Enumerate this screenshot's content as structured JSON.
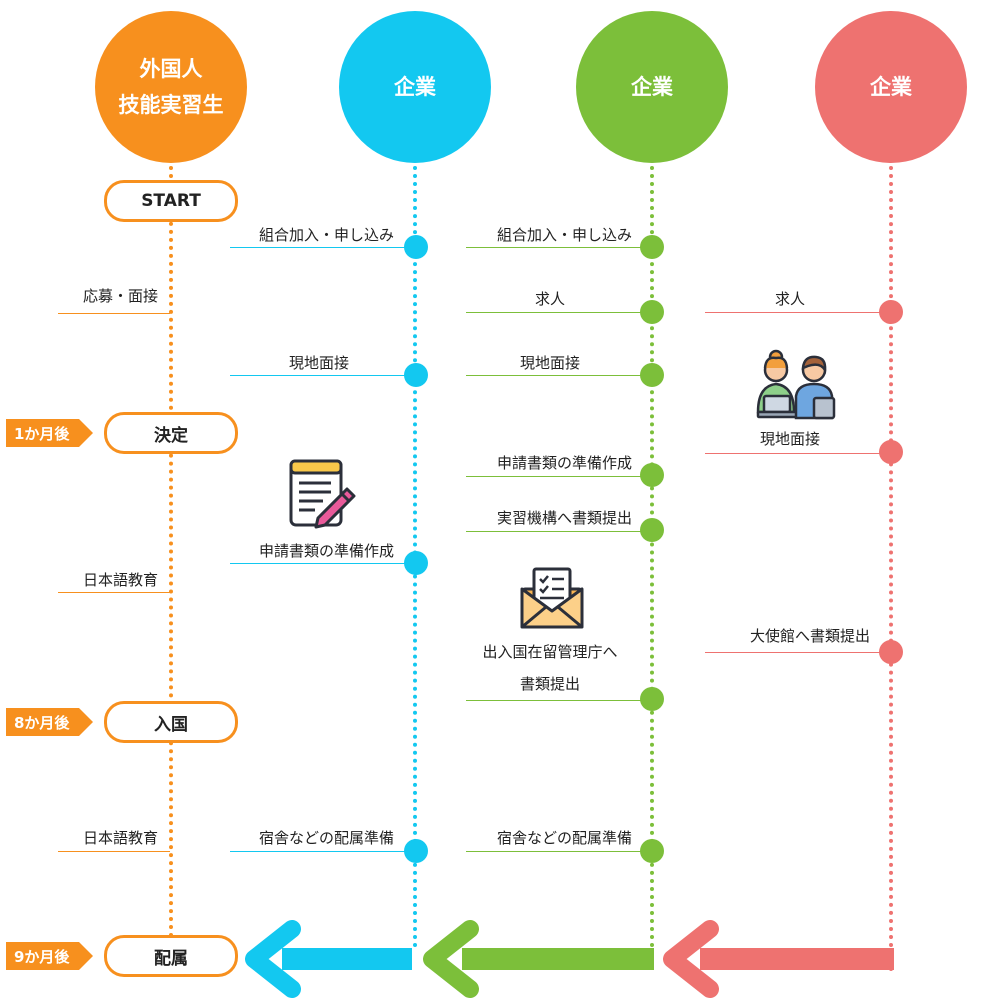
{
  "colors": {
    "orange": "#f7901e",
    "blue": "#13c8f0",
    "green": "#7cbf3a",
    "red": "#ee7270"
  },
  "columns": [
    {
      "id": "trainee",
      "label": "外国人\n技能実習生",
      "color": "#f7901e"
    },
    {
      "id": "company_blue",
      "label": "企業",
      "color": "#13c8f0"
    },
    {
      "id": "company_green",
      "label": "企業",
      "color": "#7cbf3a"
    },
    {
      "id": "company_red",
      "label": "企業",
      "color": "#ee7270"
    }
  ],
  "milestones": [
    {
      "label": "START",
      "tag": ""
    },
    {
      "label": "決定",
      "tag": "1か月後"
    },
    {
      "label": "入国",
      "tag": "8か月後"
    },
    {
      "label": "配属",
      "tag": "9か月後"
    }
  ],
  "trainee_steps": [
    "応募・面接",
    "日本語教育",
    "日本語教育"
  ],
  "blue_steps": [
    "組合加入・申し込み",
    "現地面接",
    "申請書類の準備作成",
    "宿舎などの配属準備"
  ],
  "green_steps": [
    "組合加入・申し込み",
    "求人",
    "現地面接",
    "申請書類の準備作成",
    "実習機構へ書類提出",
    "出入国在留管理庁へ\n書類提出",
    "宿舎などの配属準備"
  ],
  "red_steps": [
    "求人",
    "現地面接",
    "大使館へ書類提出"
  ],
  "icons": [
    "document-pencil-icon",
    "envelope-document-icon",
    "interview-people-icon"
  ]
}
